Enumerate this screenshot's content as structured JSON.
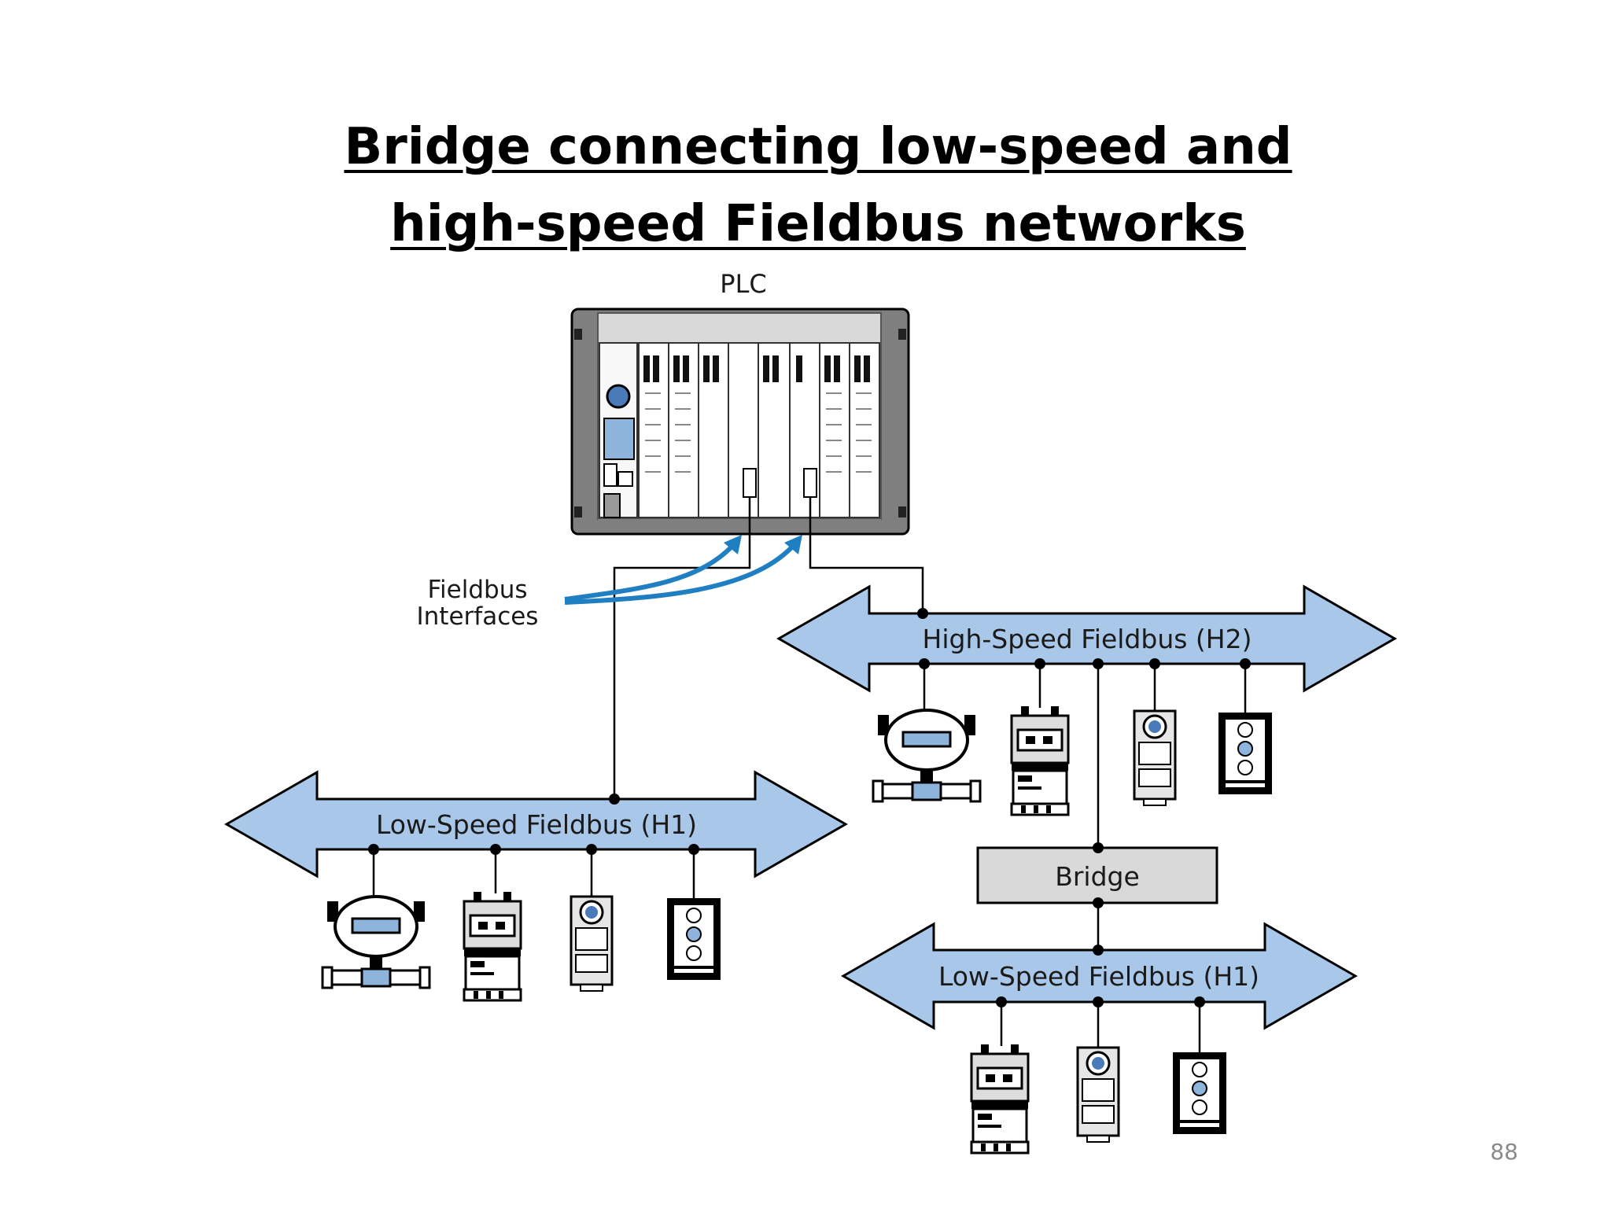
{
  "slide": {
    "title_line1": "Bridge connecting low-speed and",
    "title_line2": "high-speed Fieldbus networks",
    "page_number": "88"
  },
  "diagram": {
    "plc_label": "PLC",
    "fieldbus_interfaces_line1": "Fieldbus",
    "fieldbus_interfaces_line2": "Interfaces",
    "bus_high": "High-Speed Fieldbus (H2)",
    "bus_low_left": "Low-Speed Fieldbus (H1)",
    "bus_low_right": "Low-Speed Fieldbus (H1)",
    "bridge_label": "Bridge"
  },
  "colors": {
    "bus_fill": "#a9c7e8",
    "arrow_blue": "#1f7fc2",
    "bridge_fill": "#d9d9d9",
    "device_screen": "#8fb4dc"
  }
}
